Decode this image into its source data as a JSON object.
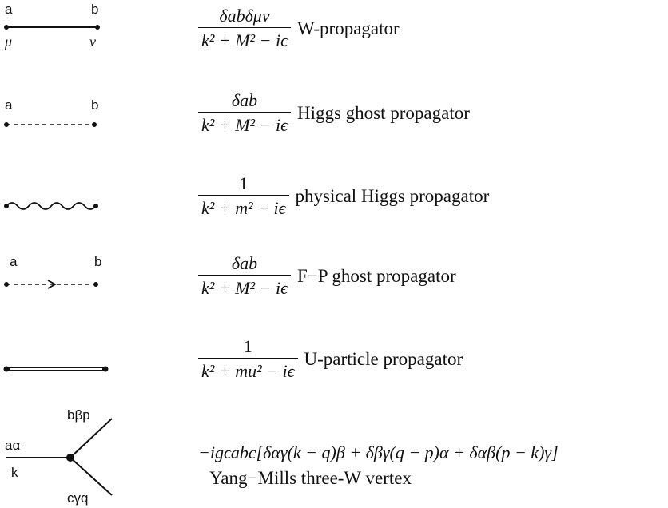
{
  "rows": [
    {
      "labels": {
        "a": "a",
        "b": "b",
        "mu": "μ",
        "nu": "ν"
      },
      "numerator": "δabδμν",
      "denominator": "k² + M² − iϵ",
      "name": "W-propagator"
    },
    {
      "labels": {
        "a": "a",
        "b": "b"
      },
      "numerator": "δab",
      "denominator": "k² + M² − iϵ",
      "name": "Higgs ghost propagator"
    },
    {
      "numerator": "1",
      "denominator": "k² + m² − iϵ",
      "name": "physical Higgs propagator"
    },
    {
      "labels": {
        "a": "a",
        "b": "b"
      },
      "numerator": "δab",
      "denominator": "k² + M² − iϵ",
      "name": "F−P ghost propagator"
    },
    {
      "numerator": "1",
      "denominator": "k² + mu² − iϵ",
      "name": "U-particle propagator"
    }
  ],
  "vertex": {
    "labels": {
      "top": "bβp",
      "left": "aα",
      "left_momentum": "k",
      "bottom": "cγq"
    },
    "formula": "−igϵabc[δαγ(k − q)β + δβγ(q − p)α + δαβ(p − k)γ]",
    "name": "Yang−Mills three-W vertex"
  }
}
